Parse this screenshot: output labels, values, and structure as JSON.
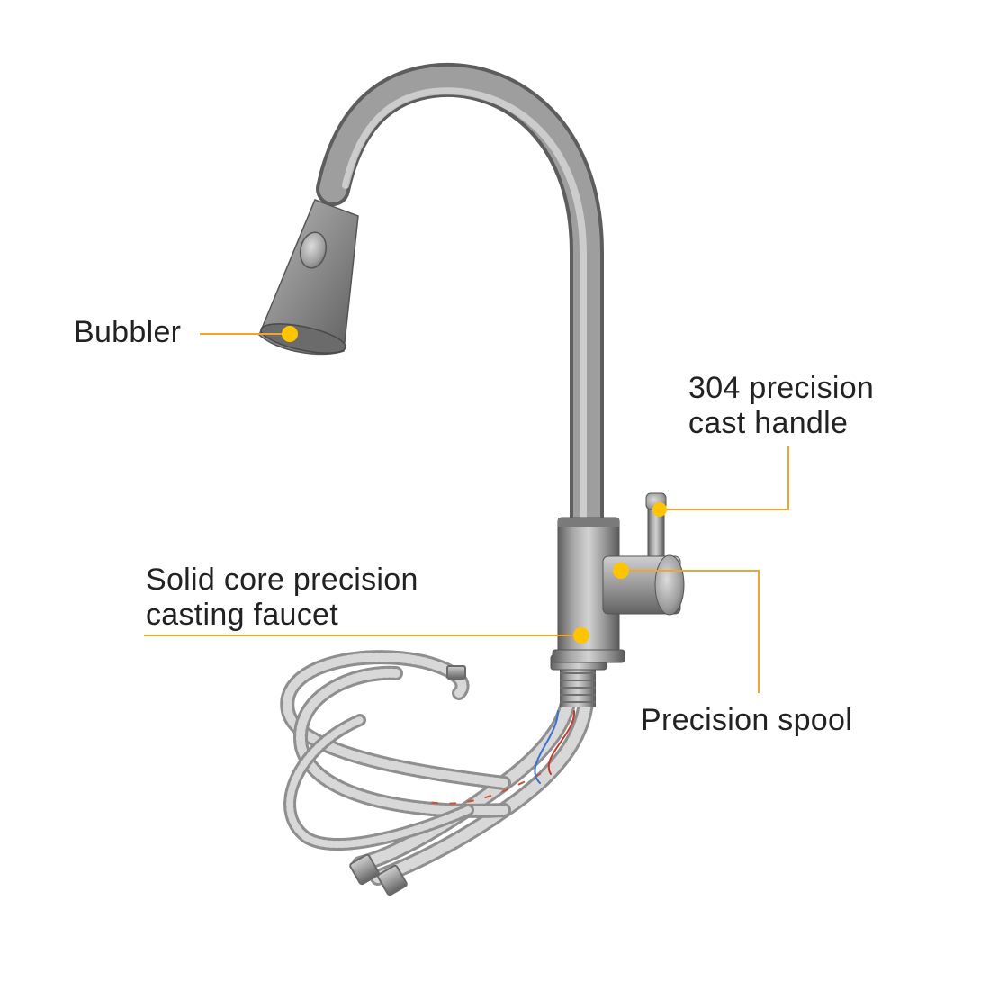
{
  "colors": {
    "callout": "#F0A52C",
    "dot": "#FFC400",
    "text": "#222222",
    "background": "#FFFFFF",
    "metal": "#8A8A8A"
  },
  "callouts": {
    "bubbler": {
      "line1": "Bubbler"
    },
    "handle": {
      "line1": "304 precision",
      "line2": "cast handle"
    },
    "casting": {
      "line1": "Solid core precision",
      "line2": "casting faucet"
    },
    "spool": {
      "line1": "Precision spool"
    }
  }
}
